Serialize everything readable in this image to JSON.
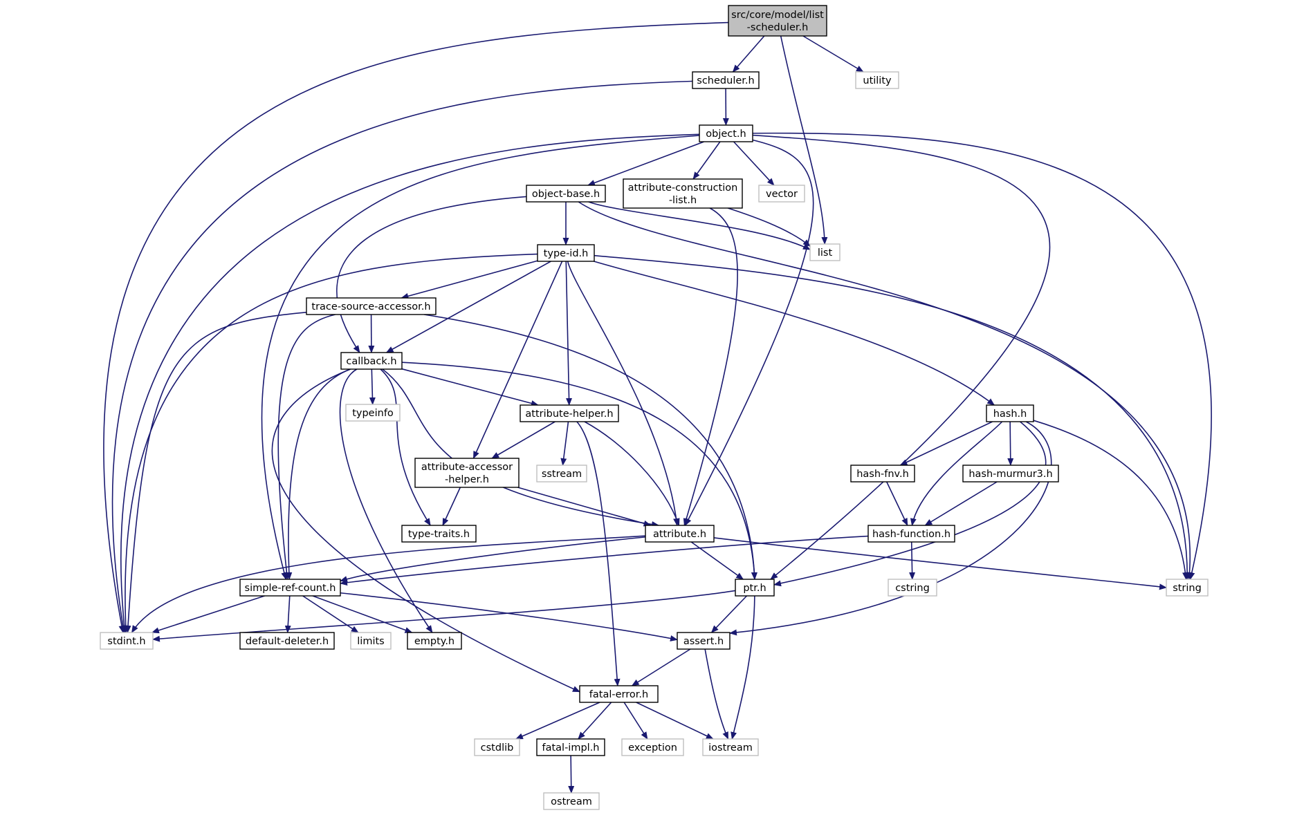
{
  "colors": {
    "edge": "#191970",
    "project_file_border": "#000000",
    "system_header_border": "#bfbfbf",
    "root_fill": "#bfbfbf"
  },
  "nodes": [
    {
      "id": "root",
      "lines": [
        "src/core/model/list",
        "-scheduler.h"
      ],
      "kind": "root"
    },
    {
      "id": "scheduler",
      "lines": [
        "scheduler.h"
      ],
      "kind": "file"
    },
    {
      "id": "utility",
      "lines": [
        "utility"
      ],
      "kind": "system"
    },
    {
      "id": "object",
      "lines": [
        "object.h"
      ],
      "kind": "file"
    },
    {
      "id": "object_base",
      "lines": [
        "object-base.h"
      ],
      "kind": "file"
    },
    {
      "id": "attr_cons",
      "lines": [
        "attribute-construction",
        "-list.h"
      ],
      "kind": "file"
    },
    {
      "id": "vector",
      "lines": [
        "vector"
      ],
      "kind": "system"
    },
    {
      "id": "list",
      "lines": [
        "list"
      ],
      "kind": "system"
    },
    {
      "id": "type_id",
      "lines": [
        "type-id.h"
      ],
      "kind": "file"
    },
    {
      "id": "trace_src",
      "lines": [
        "trace-source-accessor.h"
      ],
      "kind": "file"
    },
    {
      "id": "callback",
      "lines": [
        "callback.h"
      ],
      "kind": "file"
    },
    {
      "id": "typeinfo",
      "lines": [
        "typeinfo"
      ],
      "kind": "system"
    },
    {
      "id": "attr_helper",
      "lines": [
        "attribute-helper.h"
      ],
      "kind": "file"
    },
    {
      "id": "hash",
      "lines": [
        "hash.h"
      ],
      "kind": "file"
    },
    {
      "id": "attr_acc",
      "lines": [
        "attribute-accessor",
        "-helper.h"
      ],
      "kind": "file"
    },
    {
      "id": "sstream",
      "lines": [
        "sstream"
      ],
      "kind": "system"
    },
    {
      "id": "hash_fnv",
      "lines": [
        "hash-fnv.h"
      ],
      "kind": "file"
    },
    {
      "id": "hash_murmur",
      "lines": [
        "hash-murmur3.h"
      ],
      "kind": "file"
    },
    {
      "id": "type_traits",
      "lines": [
        "type-traits.h"
      ],
      "kind": "file"
    },
    {
      "id": "attribute",
      "lines": [
        "attribute.h"
      ],
      "kind": "file"
    },
    {
      "id": "hash_fn",
      "lines": [
        "hash-function.h"
      ],
      "kind": "file"
    },
    {
      "id": "simple_ref",
      "lines": [
        "simple-ref-count.h"
      ],
      "kind": "file"
    },
    {
      "id": "ptr",
      "lines": [
        "ptr.h"
      ],
      "kind": "file"
    },
    {
      "id": "cstring",
      "lines": [
        "cstring"
      ],
      "kind": "system"
    },
    {
      "id": "string",
      "lines": [
        "string"
      ],
      "kind": "system"
    },
    {
      "id": "stdint",
      "lines": [
        "stdint.h"
      ],
      "kind": "system"
    },
    {
      "id": "default_del",
      "lines": [
        "default-deleter.h"
      ],
      "kind": "file"
    },
    {
      "id": "limits",
      "lines": [
        "limits"
      ],
      "kind": "system"
    },
    {
      "id": "empty",
      "lines": [
        "empty.h"
      ],
      "kind": "file"
    },
    {
      "id": "assert",
      "lines": [
        "assert.h"
      ],
      "kind": "file"
    },
    {
      "id": "fatal_error",
      "lines": [
        "fatal-error.h"
      ],
      "kind": "file"
    },
    {
      "id": "cstdlib",
      "lines": [
        "cstdlib"
      ],
      "kind": "system"
    },
    {
      "id": "fatal_impl",
      "lines": [
        "fatal-impl.h"
      ],
      "kind": "file"
    },
    {
      "id": "exception",
      "lines": [
        "exception"
      ],
      "kind": "system"
    },
    {
      "id": "iostream",
      "lines": [
        "iostream"
      ],
      "kind": "system"
    },
    {
      "id": "ostream",
      "lines": [
        "ostream"
      ],
      "kind": "system"
    }
  ],
  "edges": [
    [
      "root",
      "scheduler"
    ],
    [
      "root",
      "utility"
    ],
    [
      "root",
      "list"
    ],
    [
      "root",
      "stdint"
    ],
    [
      "scheduler",
      "object"
    ],
    [
      "scheduler",
      "stdint"
    ],
    [
      "object",
      "object_base"
    ],
    [
      "object",
      "attr_cons"
    ],
    [
      "object",
      "vector"
    ],
    [
      "object",
      "stdint"
    ],
    [
      "object",
      "simple_ref"
    ],
    [
      "object",
      "attribute"
    ],
    [
      "object",
      "ptr"
    ],
    [
      "object",
      "string"
    ],
    [
      "object_base",
      "type_id"
    ],
    [
      "object_base",
      "list"
    ],
    [
      "object_base",
      "callback"
    ],
    [
      "object_base",
      "string"
    ],
    [
      "attr_cons",
      "list"
    ],
    [
      "attr_cons",
      "attribute"
    ],
    [
      "type_id",
      "trace_src"
    ],
    [
      "type_id",
      "callback"
    ],
    [
      "type_id",
      "attr_helper"
    ],
    [
      "type_id",
      "attr_acc"
    ],
    [
      "type_id",
      "attribute"
    ],
    [
      "type_id",
      "hash"
    ],
    [
      "type_id",
      "stdint"
    ],
    [
      "type_id",
      "string"
    ],
    [
      "trace_src",
      "callback"
    ],
    [
      "trace_src",
      "simple_ref"
    ],
    [
      "trace_src",
      "ptr"
    ],
    [
      "trace_src",
      "stdint"
    ],
    [
      "callback",
      "typeinfo"
    ],
    [
      "callback",
      "attr_helper"
    ],
    [
      "callback",
      "type_traits"
    ],
    [
      "callback",
      "attribute"
    ],
    [
      "callback",
      "simple_ref"
    ],
    [
      "callback",
      "ptr"
    ],
    [
      "callback",
      "empty"
    ],
    [
      "callback",
      "fatal_error"
    ],
    [
      "attr_helper",
      "attr_acc"
    ],
    [
      "attr_helper",
      "sstream"
    ],
    [
      "attr_helper",
      "attribute"
    ],
    [
      "attr_helper",
      "fatal_error"
    ],
    [
      "attr_acc",
      "type_traits"
    ],
    [
      "attr_acc",
      "attribute"
    ],
    [
      "hash",
      "hash_fnv"
    ],
    [
      "hash",
      "hash_murmur"
    ],
    [
      "hash",
      "hash_fn"
    ],
    [
      "hash",
      "ptr"
    ],
    [
      "hash",
      "assert"
    ],
    [
      "hash",
      "string"
    ],
    [
      "hash_fnv",
      "hash_fn"
    ],
    [
      "hash_murmur",
      "hash_fn"
    ],
    [
      "hash_fn",
      "cstring"
    ],
    [
      "hash_fn",
      "simple_ref"
    ],
    [
      "attribute",
      "ptr"
    ],
    [
      "attribute",
      "simple_ref"
    ],
    [
      "attribute",
      "stdint"
    ],
    [
      "attribute",
      "string"
    ],
    [
      "simple_ref",
      "default_del"
    ],
    [
      "simple_ref",
      "limits"
    ],
    [
      "simple_ref",
      "empty"
    ],
    [
      "simple_ref",
      "assert"
    ],
    [
      "simple_ref",
      "stdint"
    ],
    [
      "ptr",
      "assert"
    ],
    [
      "ptr",
      "iostream"
    ],
    [
      "ptr",
      "stdint"
    ],
    [
      "assert",
      "fatal_error"
    ],
    [
      "assert",
      "iostream"
    ],
    [
      "fatal_error",
      "cstdlib"
    ],
    [
      "fatal_error",
      "fatal_impl"
    ],
    [
      "fatal_error",
      "exception"
    ],
    [
      "fatal_error",
      "iostream"
    ],
    [
      "fatal_impl",
      "ostream"
    ]
  ]
}
